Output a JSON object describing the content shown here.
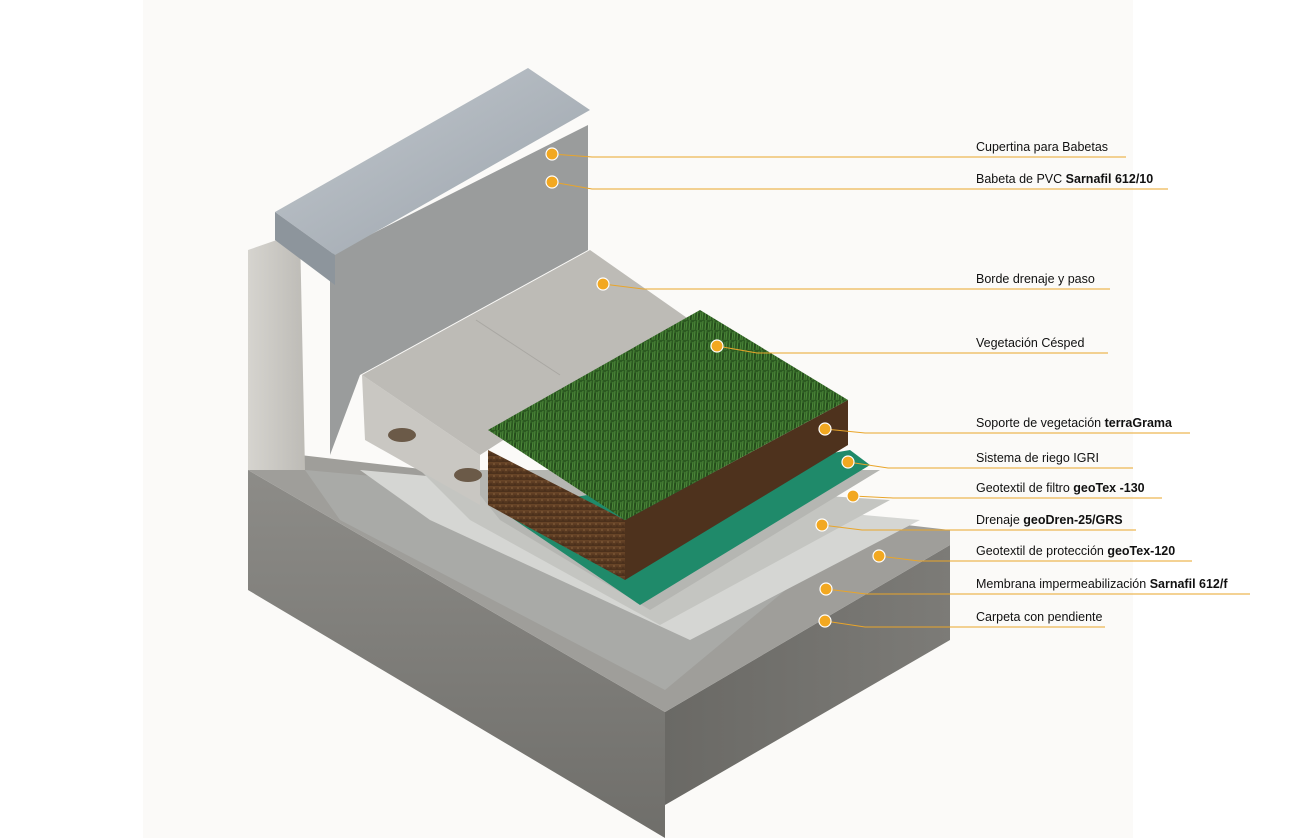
{
  "colors": {
    "leader_line": "#e9a52a",
    "marker_fill": "#f2a821",
    "marker_stroke": "#ffffff",
    "membrane_green": "#1f8a6a",
    "grass": "#2f5e22",
    "soil": "#5a3a22",
    "concrete": "#8b8b88"
  },
  "labels": [
    {
      "id": "cupertina",
      "text": "Cupertina para  Babetas",
      "bold": ""
    },
    {
      "id": "babeta",
      "text": "Babeta de PVC ",
      "bold": "Sarnafil 612/10"
    },
    {
      "id": "borde",
      "text": "Borde drenaje y paso",
      "bold": ""
    },
    {
      "id": "vegetacion",
      "text": "Vegetación Césped",
      "bold": ""
    },
    {
      "id": "soporte",
      "text": "Soporte de vegetación ",
      "bold": "terraGrama"
    },
    {
      "id": "riego",
      "text": "Sistema de riego IGRI",
      "bold": ""
    },
    {
      "id": "geotex130",
      "text": "Geotextil de filtro ",
      "bold": "geoTex -130"
    },
    {
      "id": "drenaje",
      "text": "Drenaje ",
      "bold": "geoDren-25/GRS"
    },
    {
      "id": "geotex120",
      "text": "Geotextil de protección ",
      "bold": "geoTex-120"
    },
    {
      "id": "membrana",
      "text": "Membrana impermeabilización ",
      "bold": "Sarnafil 612/f"
    },
    {
      "id": "carpeta",
      "text": "Carpeta con pendiente",
      "bold": ""
    }
  ]
}
